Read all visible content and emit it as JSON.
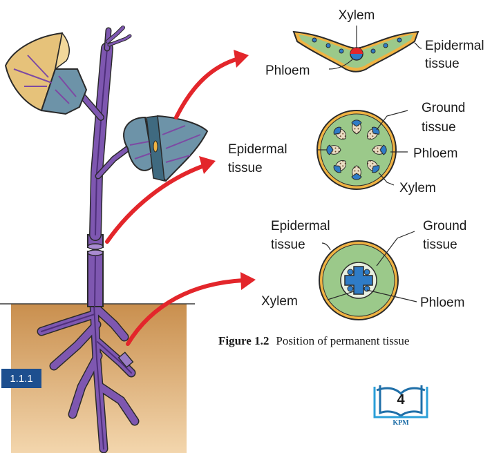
{
  "leaf_section": {
    "xylem": "Xylem",
    "phloem": "Phloem",
    "epidermal_line1": "Epidermal",
    "epidermal_line2": "tissue"
  },
  "stem_section": {
    "ground_line1": "Ground",
    "ground_line2": "tissue",
    "epidermal_line1": "Epidermal",
    "epidermal_line2": "tissue",
    "phloem": "Phloem",
    "xylem": "Xylem"
  },
  "root_section": {
    "epidermal_line1": "Epidermal",
    "epidermal_line2": "tissue",
    "ground_line1": "Ground",
    "ground_line2": "tissue",
    "xylem": "Xylem",
    "phloem": "Phloem"
  },
  "caption": {
    "label": "Figure 1.2",
    "text": "Position of permanent tissue"
  },
  "section_badge": "1.1.1",
  "page_number": "4",
  "logo_text": "KPM",
  "colors": {
    "vein_purple": "#7d4aa3",
    "stem_purple": "#7e57b0",
    "leaf_blue": "#6d93a8",
    "leaf_tan": "#e6c27a",
    "tissue_green": "#9bc98a",
    "epidermis_orange": "#f0b343",
    "phloem_blue": "#2f7cc7",
    "arrow_red": "#e3262b",
    "soil": "#cf9f62",
    "badge": "#1d4f8f"
  }
}
